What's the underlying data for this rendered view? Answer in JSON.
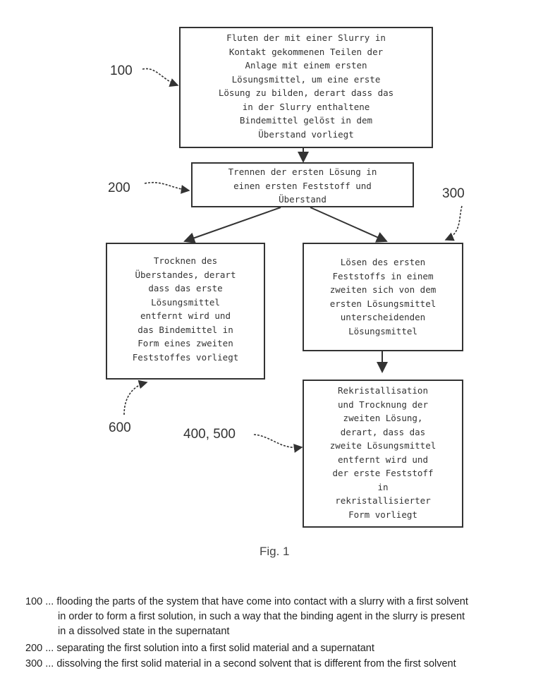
{
  "boxes": {
    "b100": [
      "Fluten der mit einer Slurry in",
      "Kontakt gekommenen Teilen der",
      "Anlage mit einem ersten",
      "Lösungsmittel, um eine erste",
      "Lösung zu bilden, derart dass das",
      "in der Slurry enthaltene",
      "Bindemittel gelöst in dem",
      "Überstand vorliegt"
    ],
    "b200": [
      "Trennen der ersten Lösung in",
      "einen ersten Feststoff und",
      "Überstand"
    ],
    "b300": [
      "Lösen des ersten",
      "Feststoffs in einem",
      "zweiten sich von dem",
      "ersten Lösungsmittel",
      "unterscheidenden",
      "Lösungsmittel"
    ],
    "b600": [
      "Trocknen des",
      "Überstandes, derart",
      "dass das erste",
      "Lösungsmittel",
      "entfernt wird und",
      "das Bindemittel in",
      "Form eines zweiten",
      "Feststoffes vorliegt"
    ],
    "b400": [
      "Rekristallisation",
      "und Trocknung der",
      "zweiten Lösung,",
      "derart, dass das",
      "zweite Lösungsmittel",
      "entfernt wird und",
      "der erste Feststoff",
      "in",
      "rekristallisierter",
      "Form vorliegt"
    ]
  },
  "refs": {
    "r100": "100",
    "r200": "200",
    "r300": "300",
    "r600": "600",
    "r400": "400, 500"
  },
  "figure_caption": "Fig. 1",
  "legend": [
    {
      "num": "100",
      "lines": [
        "... flooding the parts of the system that have come into contact with a slurry with a first solvent",
        "in order to form a first solution, in such a way that the binding agent in the slurry is present",
        "in a dissolved state in the supernatant"
      ]
    },
    {
      "num": "200",
      "lines": [
        "... separating the first solution into a first solid material and a supernatant"
      ]
    },
    {
      "num": "300",
      "lines": [
        "... dissolving the first solid material in a second solvent that is different from the first solvent"
      ]
    }
  ]
}
